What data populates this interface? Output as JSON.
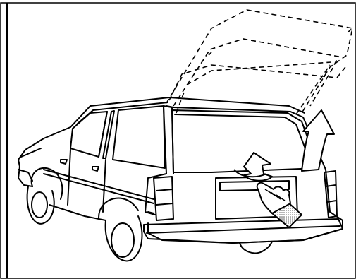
{
  "figure": {
    "subject": "station-wagon",
    "action": "open-liftgate",
    "icons": {
      "motion_up": "curved-arrow-icon",
      "handle_lift": "upward-arrow-icon",
      "hand": "hand-icon",
      "ghost_gate": "dashed-liftgate-outline"
    },
    "colors": {
      "line": "#000000",
      "paper": "#ffffff",
      "shade": "#7a7a7a"
    }
  }
}
